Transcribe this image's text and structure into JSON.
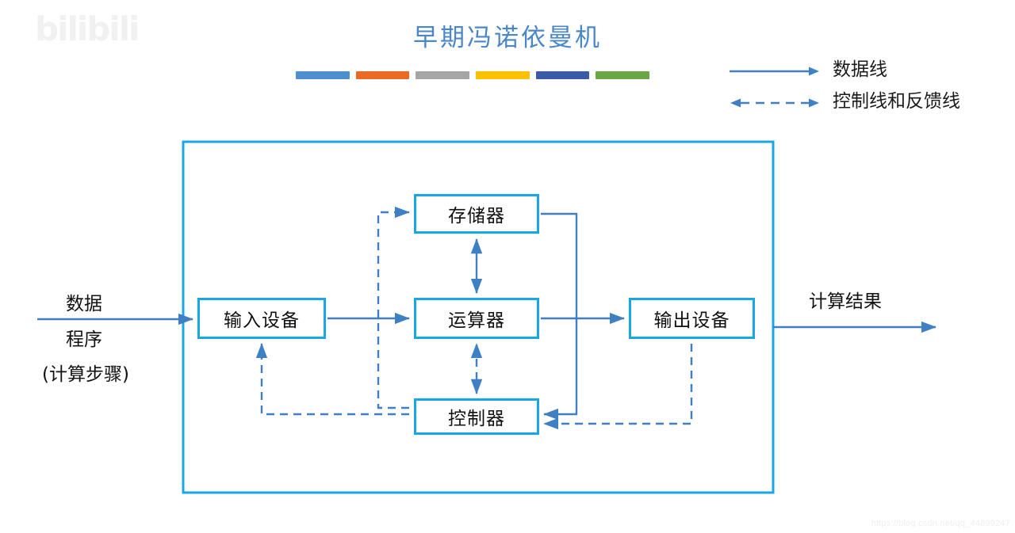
{
  "slide": {
    "title": "早期冯诺依曼机",
    "accent_color": "#4a87c9",
    "box_border_color": "#19a6e8",
    "line_color": "#3f7fc4",
    "background": "#ffffff"
  },
  "decor_bars": [
    {
      "name": "bar-blue-light",
      "color": "#4e8fcd"
    },
    {
      "name": "bar-orange",
      "color": "#ea6a24"
    },
    {
      "name": "bar-gray",
      "color": "#a5a5a5"
    },
    {
      "name": "bar-yellow",
      "color": "#fbc000"
    },
    {
      "name": "bar-blue-dark",
      "color": "#3b5aa6"
    },
    {
      "name": "bar-green",
      "color": "#6aa744"
    }
  ],
  "legend": {
    "items": [
      {
        "style": "solid",
        "icon": "arrow-right-icon",
        "label": "数据线"
      },
      {
        "style": "dashed",
        "icon": "arrow-double-dashed-icon",
        "label": "控制线和反馈线"
      }
    ]
  },
  "diagram": {
    "nodes": {
      "storage": "存储器",
      "input": "输入设备",
      "alu": "运算器",
      "output": "输出设备",
      "control": "控制器"
    },
    "labels": {
      "data": "数据",
      "program": "程序",
      "steps": "(计算步骤)",
      "result": "计算结果"
    }
  },
  "watermarks": {
    "logo_text": "bilibili",
    "url": "https://blog.csdn.net/qq_44899247"
  }
}
